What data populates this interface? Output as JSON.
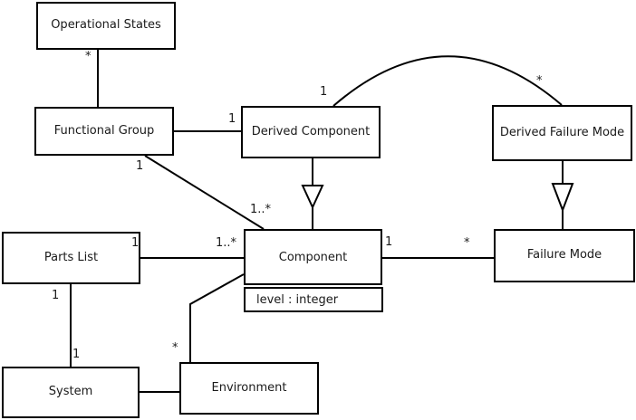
{
  "diagram": {
    "type": "uml-class-diagram",
    "background_color": "#ffffff",
    "line_color": "#000000",
    "text_color": "#1a1a1a",
    "classes": [
      {
        "name": "Operational States"
      },
      {
        "name": "Functional Group"
      },
      {
        "name": "Derived Component"
      },
      {
        "name": "Derived Failure Mode"
      },
      {
        "name": "Parts List"
      },
      {
        "name": "Component",
        "attributes": [
          "level : integer"
        ]
      },
      {
        "name": "Failure Mode"
      },
      {
        "name": "System"
      },
      {
        "name": "Environment"
      }
    ],
    "relationships": [
      {
        "type": "association",
        "from": "Functional Group",
        "to": "Operational States",
        "to_multiplicity": "*"
      },
      {
        "type": "association",
        "from": "Functional Group",
        "to": "Derived Component",
        "to_multiplicity": "1"
      },
      {
        "type": "association",
        "from": "Functional Group",
        "to": "Component",
        "from_multiplicity": "1",
        "to_multiplicity": "1..*"
      },
      {
        "type": "generalization",
        "child": "Derived Component",
        "parent": "Component"
      },
      {
        "type": "association",
        "from": "Derived Component",
        "to": "Derived Failure Mode",
        "from_multiplicity": "1",
        "to_multiplicity": "*"
      },
      {
        "type": "generalization",
        "child": "Derived Failure Mode",
        "parent": "Failure Mode"
      },
      {
        "type": "association",
        "from": "Component",
        "to": "Failure Mode",
        "from_multiplicity": "1",
        "to_multiplicity": "*"
      },
      {
        "type": "association",
        "from": "Parts List",
        "to": "Component",
        "from_multiplicity": "1",
        "to_multiplicity": "1..*"
      },
      {
        "type": "association",
        "from": "Parts List",
        "to": "System",
        "from_multiplicity": "1",
        "to_multiplicity": "1"
      },
      {
        "type": "association",
        "from": "System",
        "to": "Environment"
      },
      {
        "type": "association",
        "from": "Environment",
        "to": "Component",
        "from_multiplicity": "*"
      }
    ],
    "multiplicity_labels": [
      {
        "text": "*"
      },
      {
        "text": "1"
      },
      {
        "text": "1"
      },
      {
        "text": "1..*"
      },
      {
        "text": "1"
      },
      {
        "text": "*"
      },
      {
        "text": "1"
      },
      {
        "text": "*"
      },
      {
        "text": "1"
      },
      {
        "text": "1..*"
      },
      {
        "text": "1"
      },
      {
        "text": "1"
      },
      {
        "text": "*"
      }
    ]
  }
}
